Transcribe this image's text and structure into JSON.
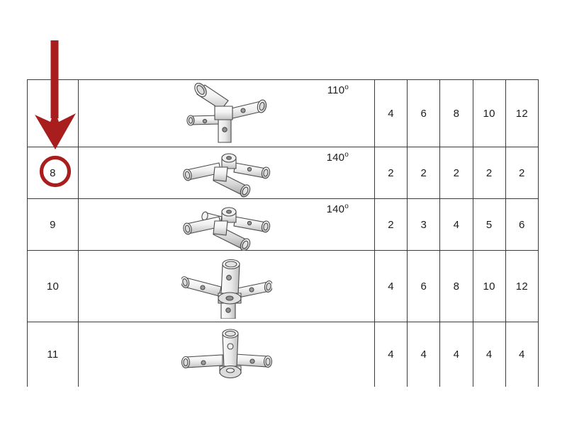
{
  "page": {
    "background_color": "#ffffff",
    "annotation_color": "#a81d1d",
    "line_color": "#3a3a3a",
    "text_color": "#1c1c1c"
  },
  "table": {
    "columns": [
      {
        "key": "id",
        "label": ""
      },
      {
        "key": "img",
        "label": ""
      },
      {
        "key": "n1",
        "label": ""
      },
      {
        "key": "n2",
        "label": ""
      },
      {
        "key": "n3",
        "label": ""
      },
      {
        "key": "n4",
        "label": ""
      },
      {
        "key": "n5",
        "label": ""
      }
    ],
    "rows": [
      {
        "id": "",
        "angle": "110",
        "degree_symbol": "o",
        "fitting": "three-way-corner-fitting",
        "values": [
          "4",
          "6",
          "8",
          "10",
          "12"
        ]
      },
      {
        "id": "8",
        "angle": "140",
        "degree_symbol": "o",
        "fitting": "three-way-angled-y-fitting",
        "values": [
          "2",
          "2",
          "2",
          "2",
          "2"
        ]
      },
      {
        "id": "9",
        "angle": "140",
        "degree_symbol": "o",
        "fitting": "four-way-angled-y-fitting",
        "values": [
          "2",
          "3",
          "4",
          "5",
          "6"
        ]
      },
      {
        "id": "10",
        "angle": "",
        "degree_symbol": "",
        "fitting": "four-way-cross-fitting",
        "values": [
          "4",
          "6",
          "8",
          "10",
          "12"
        ]
      },
      {
        "id": "11",
        "angle": "",
        "degree_symbol": "",
        "fitting": "three-way-tee-fitting",
        "values": [
          "4",
          "4",
          "4",
          "4",
          "4"
        ]
      }
    ]
  },
  "annotations": {
    "arrow": {
      "name": "red-down-arrow",
      "color": "#a81d1d",
      "points_to_row_id": "8"
    },
    "circle": {
      "name": "red-circle-highlight",
      "color": "#a81d1d",
      "encircled_value": "8"
    }
  }
}
